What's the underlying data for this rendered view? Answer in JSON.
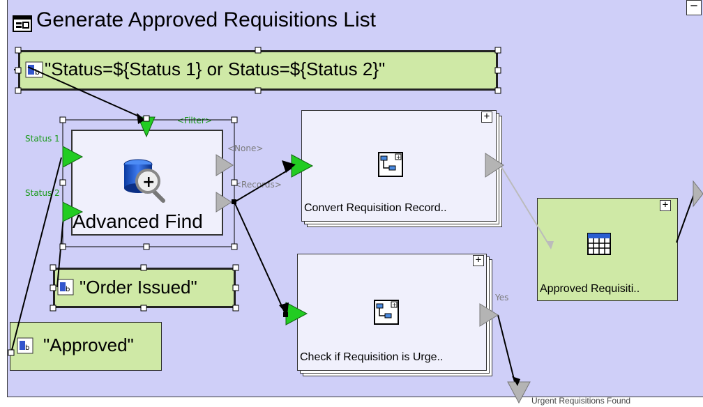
{
  "title": "Generate Approved Requisitions List",
  "collapse_symbol": "−",
  "filter_expression": "\"Status=${Status 1} or Status=${Status 2}\"",
  "order_issued": "\"Order Issued\"",
  "approved": "\"Approved\"",
  "advanced_find": {
    "label": "Advanced Find",
    "port_filter": "<Filter>",
    "port_status1": "Status 1",
    "port_status2": "Status 2",
    "port_none": "<None>",
    "port_records": "<Records>"
  },
  "convert_node": {
    "label": "Convert Requisition Record..",
    "expand": "+"
  },
  "check_node": {
    "label": "Check if Requisition is Urge..",
    "expand": "+",
    "port_yes": "Yes"
  },
  "approved_node": {
    "label": "Approved Requisiti..",
    "expand": "+"
  },
  "urgent_label": "Urgent Requisitions Found",
  "colors": {
    "panel": "#cfcff8",
    "green_fill": "#cfe9a6",
    "port_green": "#22cc22",
    "port_grey": "#b4b4b4"
  }
}
